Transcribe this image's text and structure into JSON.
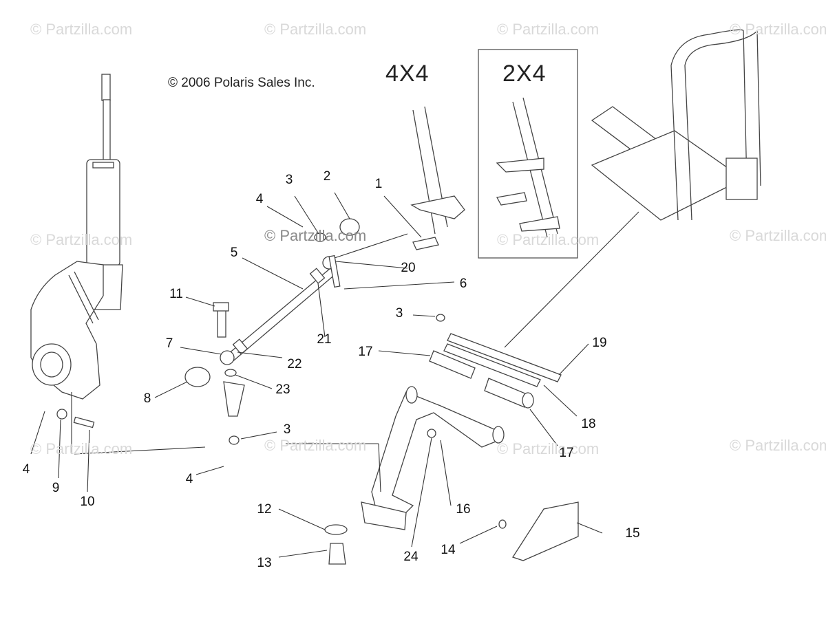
{
  "copyright": "© 2006 Polaris Sales Inc.",
  "watermark": "© Partzilla.com",
  "models": {
    "four_by_four": "4X4",
    "two_by_four": "2X4"
  },
  "callouts": [
    "1",
    "2",
    "3",
    "3",
    "3",
    "4",
    "4",
    "4",
    "5",
    "6",
    "7",
    "8",
    "9",
    "10",
    "11",
    "12",
    "13",
    "14",
    "15",
    "16",
    "17",
    "17",
    "18",
    "19",
    "20",
    "21",
    "22",
    "23",
    "24"
  ],
  "colors": {
    "line": "#444444",
    "watermark": "#d9d9d9",
    "part_fill": "#f4f4f4"
  }
}
